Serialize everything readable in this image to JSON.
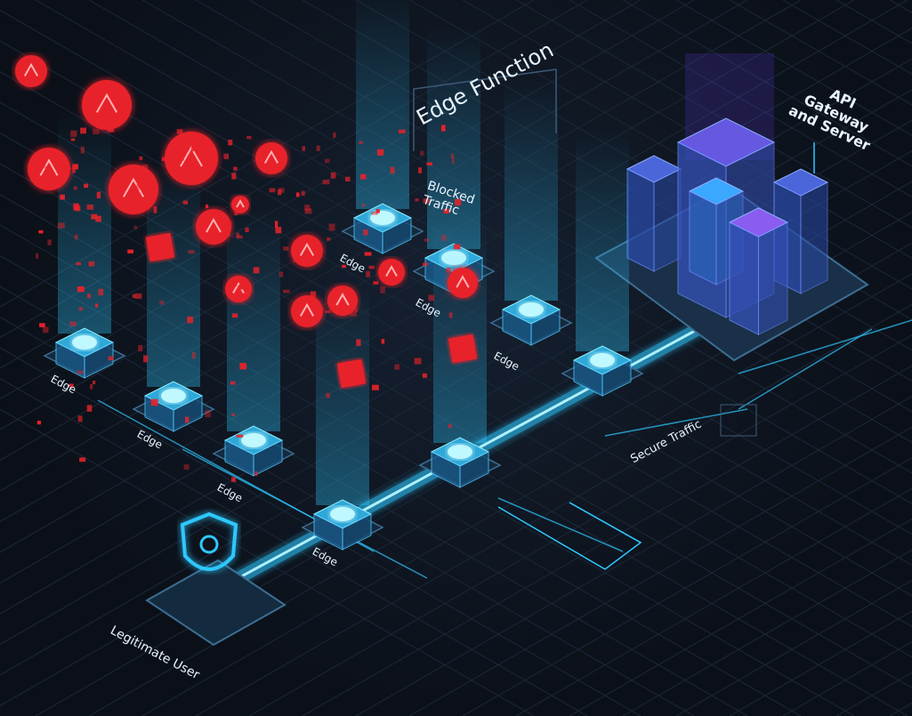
{
  "title": "Edge Function",
  "labels": {
    "server": [
      "API",
      "Gateway",
      "and Server"
    ],
    "blocked": [
      "Blocked",
      "Traffic"
    ],
    "secure": "Secure Traffic",
    "user": "Legitimate User",
    "edge": [
      "Edge",
      "Edge",
      "Edge",
      "Edge",
      "Edge",
      "Edge",
      "Edge"
    ]
  },
  "colors": {
    "beam": "#2fc8ff",
    "threat": "#e8222a",
    "server": "#5a7bff",
    "bg": "#0b1018"
  }
}
